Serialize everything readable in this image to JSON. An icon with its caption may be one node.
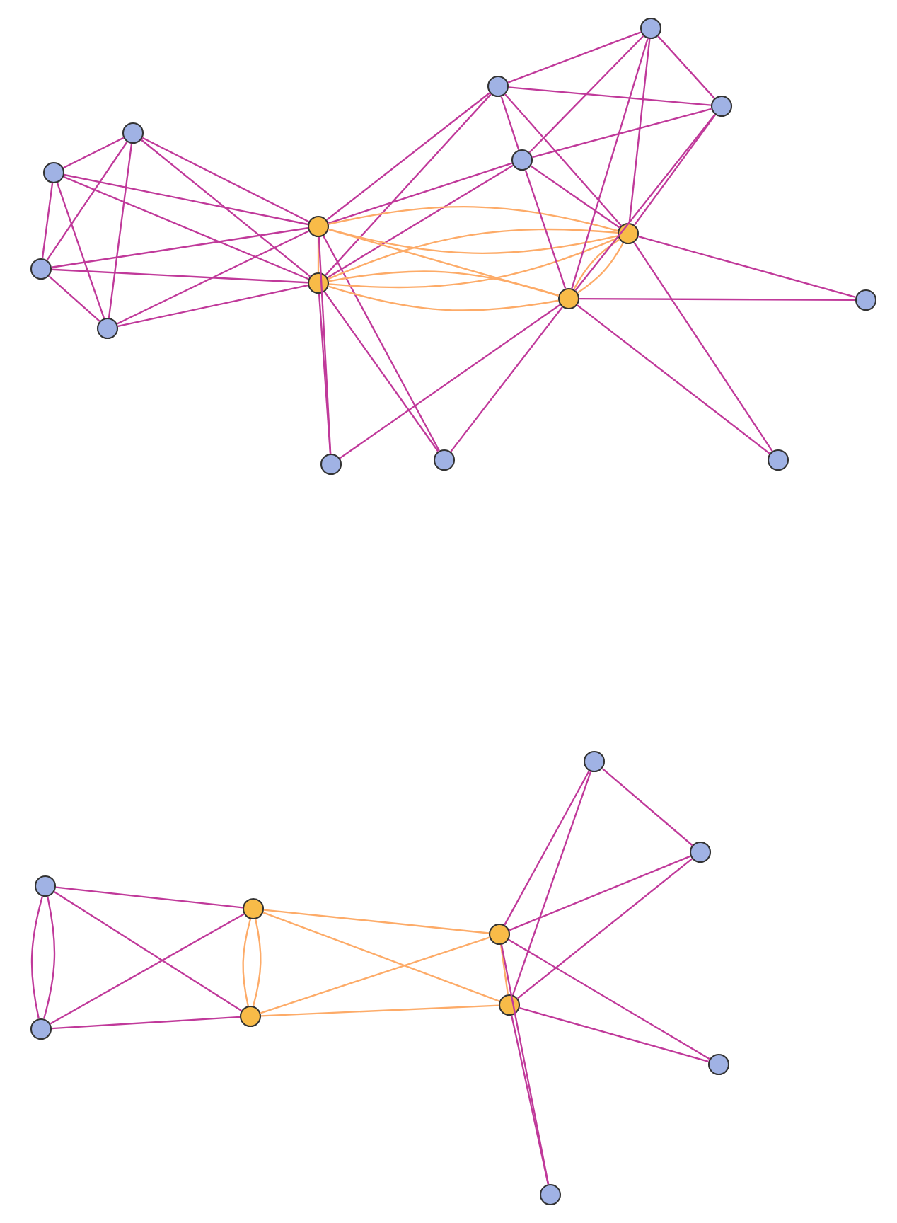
{
  "diagram": {
    "nodes": [
      {
        "text": [],
        "shape": "circle"
      },
      {
        "text": [],
        "shape": "circle"
      },
      {
        "text": [],
        "shape": "circle"
      },
      {
        "text": [],
        "shape": "circle"
      },
      {
        "text": [],
        "shape": "circle"
      },
      {
        "text": [],
        "shape": "circle"
      },
      {
        "text": [],
        "shape": "circle"
      },
      {
        "text": [],
        "shape": "circle"
      },
      {
        "text": [],
        "shape": "circle"
      },
      {
        "text": [],
        "shape": "circle"
      },
      {
        "text": [],
        "shape": "circle"
      },
      {
        "text": [],
        "shape": "circle"
      },
      {
        "text": [],
        "shape": "circle"
      },
      {
        "text": [],
        "shape": "circle"
      },
      {
        "text": [],
        "shape": "circle"
      },
      {
        "text": [],
        "shape": "circle"
      },
      {
        "text": [],
        "shape": "circle"
      },
      {
        "text": [],
        "shape": "circle"
      },
      {
        "text": [],
        "shape": "circle"
      },
      {
        "text": [],
        "shape": "circle"
      },
      {
        "text": [],
        "shape": "circle"
      },
      {
        "text": [],
        "shape": "circle"
      },
      {
        "text": [],
        "shape": "circle"
      },
      {
        "text": [],
        "shape": "circle"
      },
      {
        "text": [],
        "shape": "circle"
      },
      {
        "text": [],
        "shape": "circle"
      }
    ],
    "edges": [
      {
        "from": 0,
        "to": 1,
        "arrow": "none"
      },
      {
        "from": 0,
        "to": 2,
        "arrow": "none"
      },
      {
        "from": 0,
        "to": 3,
        "arrow": "none"
      },
      {
        "from": 0,
        "to": 4,
        "arrow": "none"
      },
      {
        "from": 0,
        "to": 5,
        "arrow": "none"
      },
      {
        "from": 1,
        "to": 2,
        "arrow": "none"
      },
      {
        "from": 1,
        "to": 3,
        "arrow": "none"
      },
      {
        "from": 1,
        "to": 4,
        "arrow": "none"
      },
      {
        "from": 1,
        "to": 5,
        "arrow": "none"
      },
      {
        "from": 2,
        "to": 3,
        "arrow": "none"
      },
      {
        "from": 2,
        "to": 4,
        "arrow": "none"
      },
      {
        "from": 2,
        "to": 5,
        "arrow": "none"
      },
      {
        "from": 3,
        "to": 4,
        "arrow": "none"
      },
      {
        "from": 3,
        "to": 5,
        "arrow": "none"
      },
      {
        "from": 4,
        "to": 5,
        "arrow": "none",
        "color": "#fdab68"
      },
      {
        "from": 4,
        "to": 13,
        "arrow": "none"
      },
      {
        "from": 5,
        "to": 13,
        "arrow": "none"
      },
      {
        "from": 4,
        "to": 14,
        "arrow": "none"
      },
      {
        "from": 5,
        "to": 14,
        "arrow": "none"
      },
      {
        "from": 4,
        "to": 6,
        "arrow": "none"
      },
      {
        "from": 4,
        "to": 9,
        "arrow": "none"
      },
      {
        "from": 5,
        "to": 6,
        "arrow": "none"
      },
      {
        "from": 5,
        "to": 9,
        "arrow": "none"
      },
      {
        "from": 4,
        "to": 10,
        "arrow": "none",
        "color": "#fdab68"
      },
      {
        "from": 4,
        "to": 10,
        "arrow": "none",
        "color": "#fdab68"
      },
      {
        "from": 4,
        "to": 11,
        "arrow": "none",
        "color": "#fdab68"
      },
      {
        "from": 5,
        "to": 10,
        "arrow": "none",
        "color": "#fdab68"
      },
      {
        "from": 5,
        "to": 10,
        "arrow": "none",
        "color": "#fdab68"
      },
      {
        "from": 5,
        "to": 11,
        "arrow": "none",
        "color": "#fdab68"
      },
      {
        "from": 5,
        "to": 11,
        "arrow": "none",
        "color": "#fdab68"
      },
      {
        "from": 10,
        "to": 11,
        "arrow": "none",
        "color": "#fdab68"
      },
      {
        "from": 10,
        "to": 11,
        "arrow": "none",
        "color": "#fdab68"
      },
      {
        "from": 6,
        "to": 7,
        "arrow": "none"
      },
      {
        "from": 6,
        "to": 8,
        "arrow": "none"
      },
      {
        "from": 6,
        "to": 9,
        "arrow": "none"
      },
      {
        "from": 6,
        "to": 10,
        "arrow": "none"
      },
      {
        "from": 9,
        "to": 7,
        "arrow": "none"
      },
      {
        "from": 9,
        "to": 8,
        "arrow": "none"
      },
      {
        "from": 9,
        "to": 10,
        "arrow": "none"
      },
      {
        "from": 9,
        "to": 11,
        "arrow": "none"
      },
      {
        "from": 7,
        "to": 8,
        "arrow": "none"
      },
      {
        "from": 7,
        "to": 10,
        "arrow": "none"
      },
      {
        "from": 7,
        "to": 11,
        "arrow": "none"
      },
      {
        "from": 8,
        "to": 10,
        "arrow": "none"
      },
      {
        "from": 8,
        "to": 11,
        "arrow": "none"
      },
      {
        "from": 10,
        "to": 12,
        "arrow": "none"
      },
      {
        "from": 10,
        "to": 15,
        "arrow": "none"
      },
      {
        "from": 11,
        "to": 12,
        "arrow": "none"
      },
      {
        "from": 11,
        "to": 15,
        "arrow": "none"
      },
      {
        "from": 11,
        "to": 13,
        "arrow": "none"
      },
      {
        "from": 11,
        "to": 14,
        "arrow": "none"
      },
      {
        "from": 16,
        "to": 17,
        "arrow": "none"
      },
      {
        "from": 16,
        "to": 17,
        "arrow": "none"
      },
      {
        "from": 16,
        "to": 18,
        "arrow": "none"
      },
      {
        "from": 16,
        "to": 19,
        "arrow": "none"
      },
      {
        "from": 17,
        "to": 18,
        "arrow": "none"
      },
      {
        "from": 17,
        "to": 19,
        "arrow": "none"
      },
      {
        "from": 18,
        "to": 19,
        "arrow": "none",
        "color": "#fdab68"
      },
      {
        "from": 18,
        "to": 19,
        "arrow": "none",
        "color": "#fdab68"
      },
      {
        "from": 18,
        "to": 22,
        "arrow": "none",
        "color": "#fdab68"
      },
      {
        "from": 18,
        "to": 23,
        "arrow": "none",
        "color": "#fdab68"
      },
      {
        "from": 19,
        "to": 22,
        "arrow": "none",
        "color": "#fdab68"
      },
      {
        "from": 19,
        "to": 23,
        "arrow": "none",
        "color": "#fdab68"
      },
      {
        "from": 22,
        "to": 23,
        "arrow": "none",
        "color": "#fdab68"
      },
      {
        "from": 22,
        "to": 20,
        "arrow": "none"
      },
      {
        "from": 23,
        "to": 20,
        "arrow": "none"
      },
      {
        "from": 20,
        "to": 21,
        "arrow": "none"
      },
      {
        "from": 22,
        "to": 21,
        "arrow": "none"
      },
      {
        "from": 23,
        "to": 21,
        "arrow": "none"
      },
      {
        "from": 22,
        "to": 24,
        "arrow": "none"
      },
      {
        "from": 23,
        "to": 24,
        "arrow": "none"
      },
      {
        "from": 22,
        "to": 25,
        "arrow": "none"
      },
      {
        "from": 23,
        "to": 25,
        "arrow": "none"
      }
    ]
  }
}
